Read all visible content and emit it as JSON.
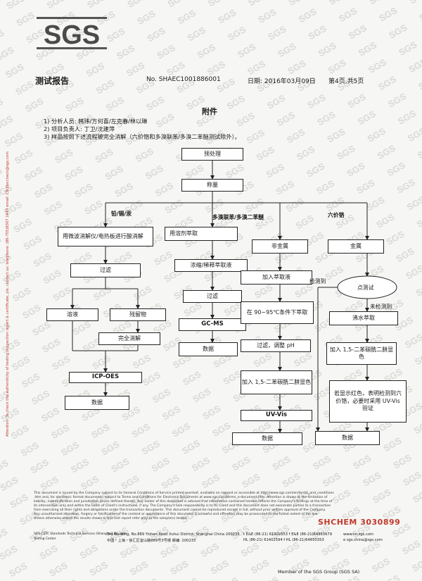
{
  "header": {
    "logo_text": "SGS",
    "title": "测试报告",
    "report_no": "No. SHAEC1001886001",
    "date": "日期: 2016年03月09日",
    "page": "第4页,共5页"
  },
  "section_title": "附件",
  "notes": [
    "1)  分析人员: 韩玮/方何喜/左克春/林以琳",
    "2)  项目负责人: 丁卫/沈建萍",
    "3)  样品按照下述流程被完全消解（六价铬和多溴联苯/多溴二苯醚测试除外）。"
  ],
  "side_text": "Attention: To check the authenticity of testing /inspection report & certificate, pls. contact us: telephone: (86-755)8307 1443 email: CN.Doccheck@sgs.com",
  "flow": {
    "pretreat": "预处理",
    "weigh": "称量",
    "branch_metals": "铅/镉/汞",
    "branch_pbb": "多溴联苯/多溴二苯醚",
    "branch_cr": "六价铬",
    "c1": {
      "digest": "用微波消解仪/电热板进行酸消解",
      "filter": "过滤",
      "solution": "溶液",
      "residue": "残留物",
      "complete": "完全消解",
      "icp": "ICP-OES",
      "data": "数据"
    },
    "c2": {
      "extract": "用溶剂萃取",
      "concentrate": "浓缩/稀释萃取液",
      "filter": "过滤",
      "gcms": "GC-MS",
      "data": "数据"
    },
    "c3": {
      "nonmetal": "非金属",
      "add_extract": "加入萃取液",
      "heat": "在 90~95℃条件下萃取",
      "filter_ph": "过滤，调整 pH",
      "add_reagent": "加入 1,5-二苯碳酰二肼显色",
      "uvvis": "UV-Vis",
      "data": "数据"
    },
    "c4": {
      "metal": "金属",
      "detected": "检测到",
      "spot_test": "点测试",
      "not_detected": "未检测到",
      "boil": "沸水萃取",
      "add_reagent": "加入 1,5-二苯碳酰二肼显色",
      "red_note": "若显示红色，表明检测到六价铬，必要时采用 UV-Vis验证",
      "data": "数据"
    }
  },
  "footer": {
    "lines": [
      "This document is issued by the Company subject to its General Conditions of Service printed overleaf, available on request or accessible at http://www.sgs.com/en/terms_and_conditions",
      ".htm and, for electronic format documents, subject to Terms and Conditions for Electronic Documents at www.sgs.com/terms_e-document.htm. Attention is drawn to the limitation of",
      "liability, indemnification and jurisdiction issues defined therein. Any holder of this document is advised that information contained hereon reflects the Company's findings at the time of",
      "its intervention only and within the limits of Client's instructions, if any. The Company's sole responsibility is to its Client and this document does not exonerate parties to a transaction",
      "from exercising all their rights and obligations under the transaction documents. This document cannot be reproduced except in full, without prior written approval of the Company.",
      "Any unauthorized alteration, forgery or falsification of the content or appearance of this document is unlawful and offenders may be prosecuted to the fullest extent of the law.",
      "Unless otherwise stated the results shown in this test report refer only to the sample(s) tested."
    ],
    "shchem": "SHCHEM 3030899",
    "company": "SGS-CSTC Standards Technical Services (Shanghai) Co., Ltd.",
    "testing_center": "Testing Center",
    "address_en": "3rd Building, No.889 Yishan Road Xuhui District, Shanghai China    200233",
    "address_cn": "中国・上海・徐汇区宜山路889号3号楼    邮编: 200233",
    "tel1": "t E&E (86-21) 61402553   f E&E (86-21)64953679",
    "tel2": "HL (86-21) 61402594   f HL (86-21)64850353",
    "web1": "www.cn.sgs.com",
    "web2": "e sgs.china@sgs.com",
    "member": "Member of the SGS Group (SGS SA)"
  }
}
